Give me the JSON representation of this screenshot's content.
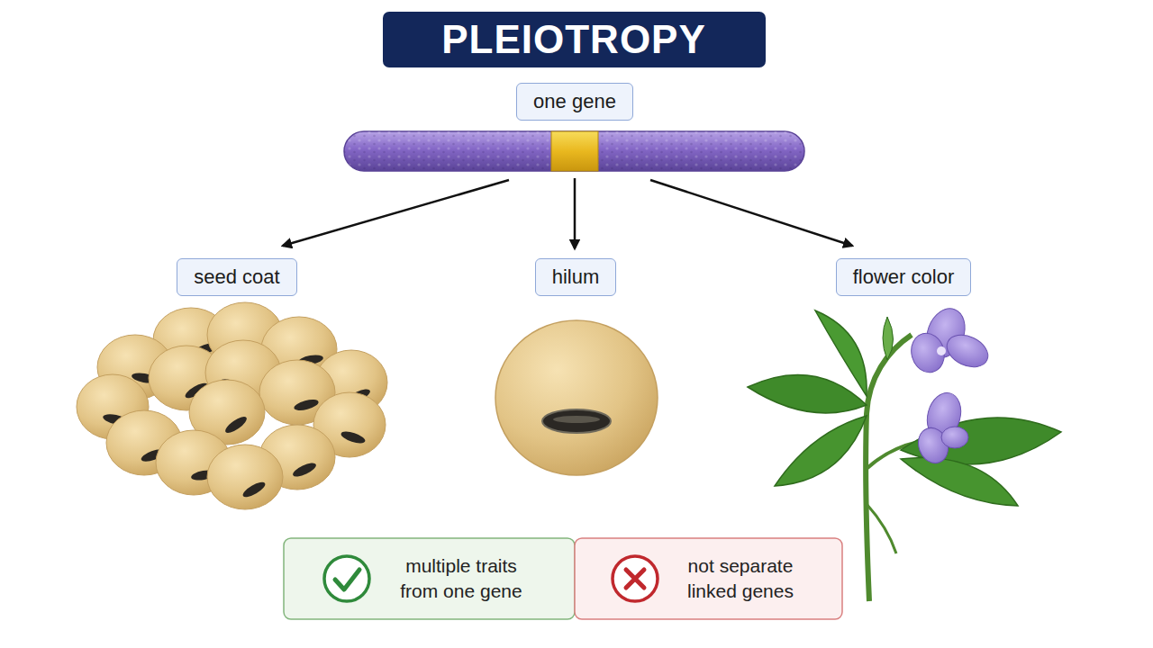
{
  "diagram": {
    "title": "PLEIOTROPY",
    "nodes": [
      {
        "text": [
          "one gene"
        ]
      },
      {
        "text": [
          "seed coat"
        ]
      },
      {
        "text": [
          "hilum"
        ]
      },
      {
        "text": [
          "flower color"
        ]
      },
      {
        "text": [
          "multiple traits from one gene"
        ]
      },
      {
        "text": [
          "not separate linked genes"
        ]
      }
    ]
  }
}
